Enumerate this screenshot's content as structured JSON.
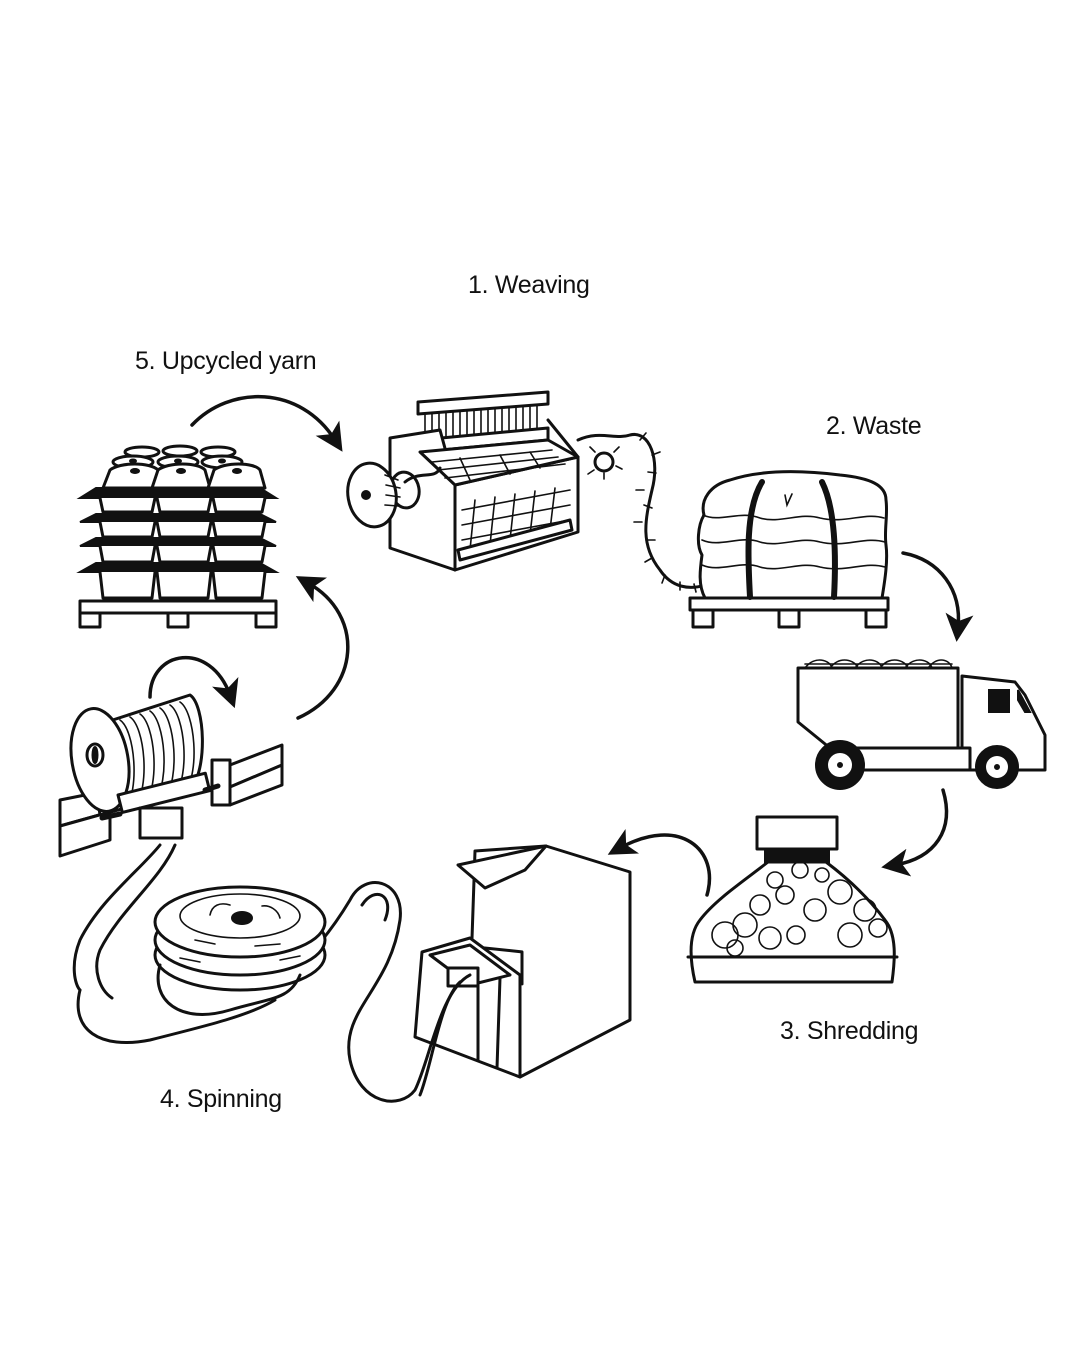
{
  "diagram": {
    "type": "circular-process",
    "steps": [
      {
        "number": "1",
        "label": "1. Weaving",
        "illustration": "loom"
      },
      {
        "number": "2",
        "label": "2. Waste",
        "illustration": "textile-waste-bale-on-pallet"
      },
      {
        "number": "3",
        "label": "3. Shredding",
        "illustration": "truck-and-shredder"
      },
      {
        "number": "4",
        "label": "4. Spinning",
        "illustration": "spinning-machine-with-fiber-coil"
      },
      {
        "number": "5",
        "label": "5. Upcycled yarn",
        "illustration": "yarn-cones-on-pallet"
      }
    ],
    "flow": [
      "1. Weaving",
      "2. Waste",
      "3. Shredding",
      "4. Spinning",
      "5. Upcycled yarn",
      "1. Weaving"
    ],
    "colors": {
      "line": "#111111",
      "background": "#ffffff"
    }
  }
}
